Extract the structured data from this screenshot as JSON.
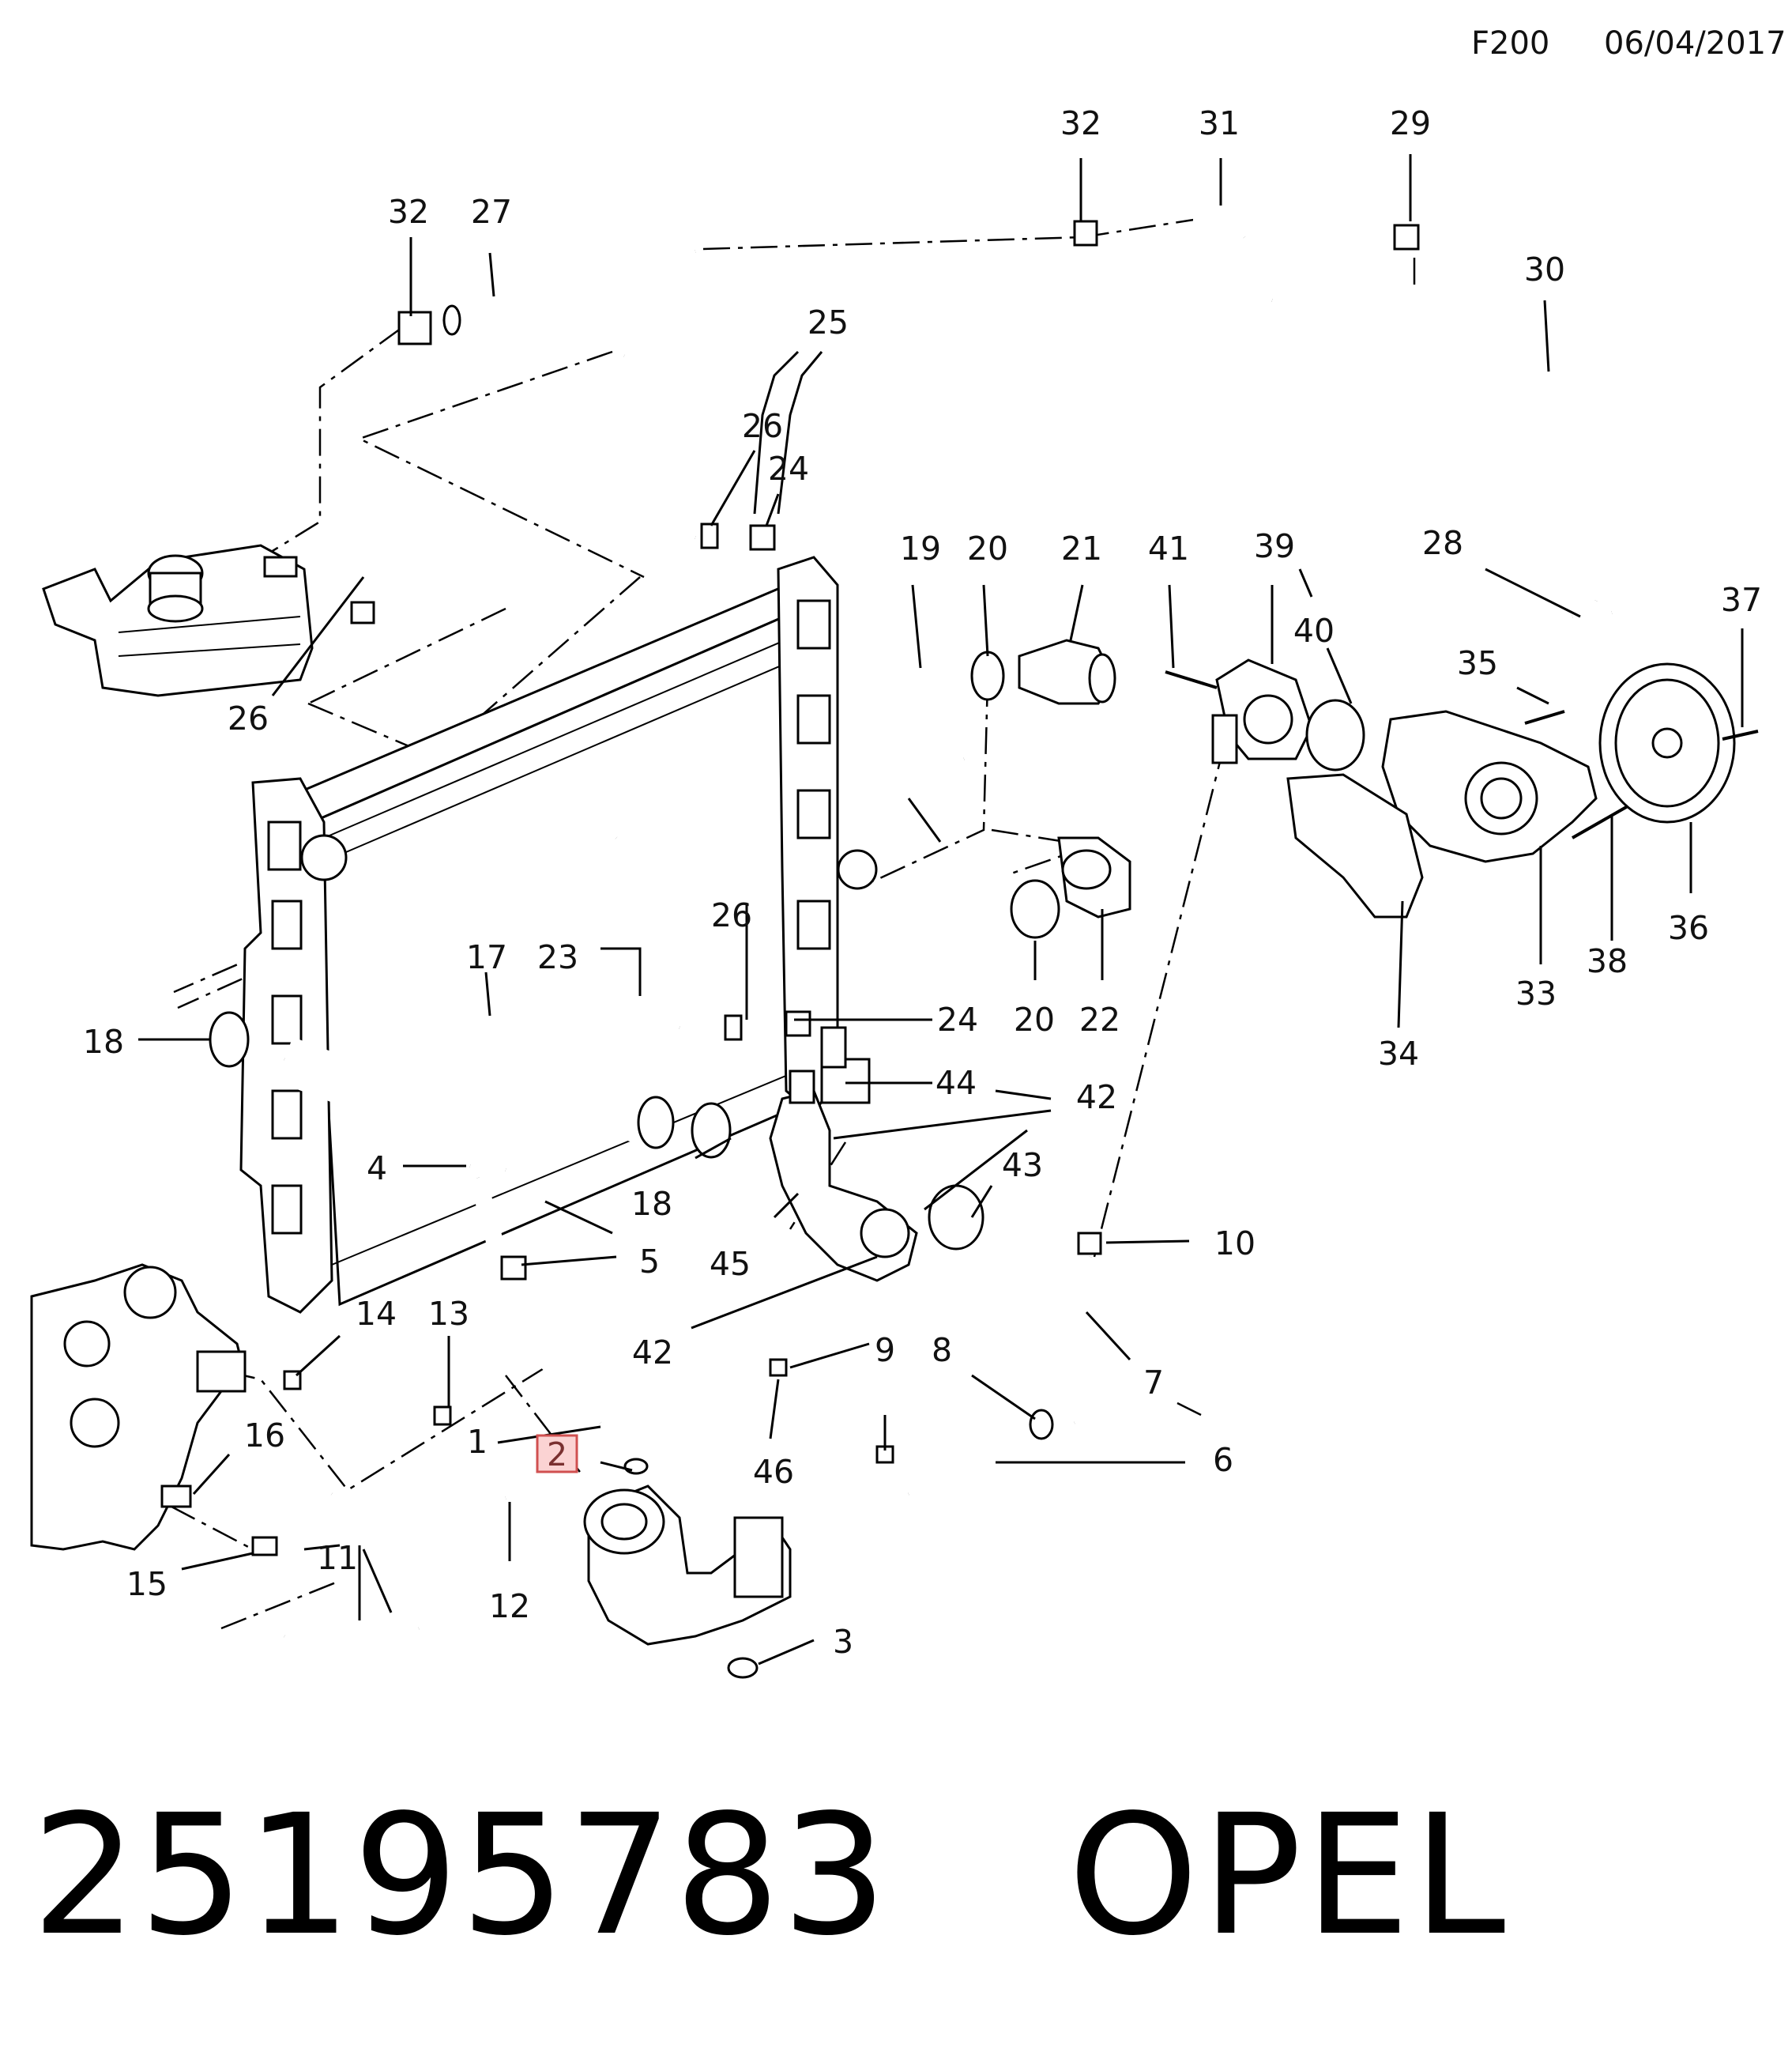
{
  "header": {
    "code": "F200",
    "date": "06/04/2017"
  },
  "footer": {
    "part_number": "25195783",
    "brand": "OPEL"
  },
  "callouts": [
    "1",
    "2",
    "3",
    "4",
    "5",
    "6",
    "7",
    "8",
    "9",
    "10",
    "11",
    "12",
    "13",
    "14",
    "15",
    "16",
    "17",
    "18",
    "18",
    "19",
    "20",
    "20",
    "21",
    "22",
    "23",
    "24",
    "24",
    "25",
    "26",
    "26",
    "26",
    "27",
    "28",
    "29",
    "30",
    "31",
    "32",
    "32",
    "33",
    "34",
    "35",
    "36",
    "37",
    "38",
    "39",
    "40",
    "41",
    "42",
    "42",
    "43",
    "44",
    "45",
    "46"
  ],
  "highlighted_callout": "2"
}
